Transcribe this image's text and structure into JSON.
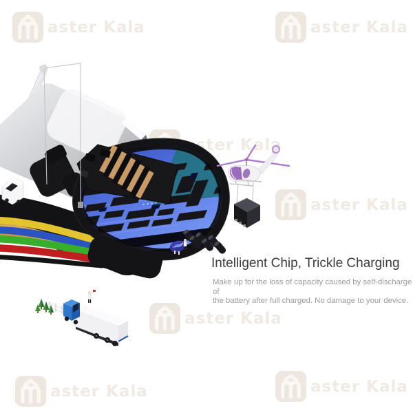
{
  "watermark": {
    "brand": "Master Kala",
    "logo_letter": "M",
    "text_after_logo": "aster Kala"
  },
  "content": {
    "heading": "Intelligent Chip, Trickle Charging",
    "body_lines": [
      "Make up for the loss of capacity caused by self-discharge of",
      "the battery after full charged. No damage to your device."
    ]
  },
  "scene": {
    "description": "Cutaway 3D render of a USB cable connector head revealing its internal blue circuit board, staged with miniature construction equipment",
    "items": [
      "tower-crane",
      "blue-ladder",
      "white-cargo-van",
      "metal-connector-shell",
      "black-rubber-shell",
      "blue-circuit-board",
      "copper-connector-pins",
      "colored-wires",
      "capacitor-cylinders",
      "worker-with-cable-coil",
      "helicopter-lifting-chip-crate",
      "pine-trees",
      "white-fence",
      "blue-cargo-truck",
      "mini-workers"
    ],
    "colors": {
      "wire_gold": "#d7a75e",
      "wire_yellow": "#e3c32e",
      "wire_blue": "#2a55c0",
      "wire_green": "#37ae2c",
      "wire_red": "#bf1f1f",
      "pcb_blue": "#3a57c8",
      "pcb_teal": "#20727c",
      "shell_black": "#141416",
      "metal_silver": "#c6c8cc",
      "helicopter_purple": "#a06cc8",
      "truck_blue": "#3f88d8",
      "ladder_blue": "#4577d2"
    }
  }
}
